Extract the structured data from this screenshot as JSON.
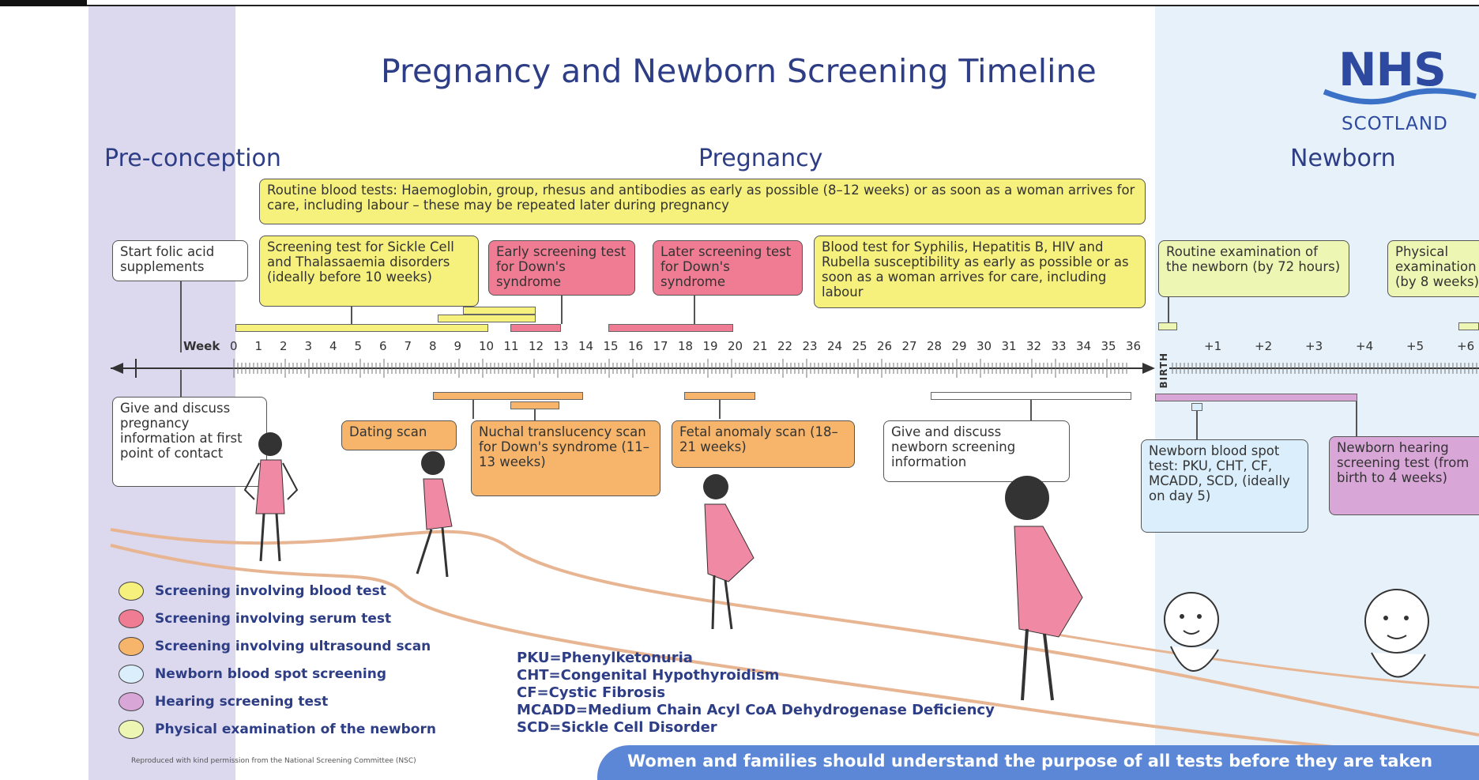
{
  "title": "Pregnancy and Newborn Screening Timeline",
  "logo": {
    "brand": "NHS",
    "region": "SCOTLAND"
  },
  "sections": {
    "preconception": "Pre-conception",
    "pregnancy": "Pregnancy",
    "newborn": "Newborn"
  },
  "top_boxes": {
    "routine_blood": "Routine blood tests: Haemoglobin, group, rhesus and antibodies as early as possible (8–12 weeks) or as soon as a woman arrives for care, including labour – these may be repeated later during pregnancy",
    "folic": "Start folic acid supplements",
    "sickle": "Screening test for Sickle Cell and Thalassaemia disorders (ideally before 10 weeks)",
    "early_downs": "Early screening test for Down's syndrome",
    "later_downs": "Later screening test for Down's syndrome",
    "syphilis": "Blood test for Syphilis, Hepatitis B, HIV and Rubella susceptibility as early as possible or as soon as a woman arrives for care, including labour",
    "routine_newborn": "Routine examination of the newborn (by 72 hours)",
    "physical": "Physical examination (by 8 weeks)"
  },
  "timeline": {
    "week_label": "Week",
    "weeks": [
      "0",
      "1",
      "2",
      "3",
      "4",
      "5",
      "6",
      "7",
      "8",
      "9",
      "10",
      "11",
      "12",
      "13",
      "14",
      "15",
      "16",
      "17",
      "18",
      "19",
      "20",
      "21",
      "22",
      "23",
      "24",
      "25",
      "26",
      "27",
      "28",
      "29",
      "30",
      "31",
      "32",
      "33",
      "34",
      "35",
      "36"
    ],
    "birth_label": "BIRTH",
    "post_weeks": [
      "+1",
      "+2",
      "+3",
      "+4",
      "+5",
      "+6"
    ]
  },
  "bottom_boxes": {
    "give_discuss": "Give and discuss pregnancy information at first point of contact",
    "dating": "Dating scan",
    "nuchal": "Nuchal translucency scan for Down's syndrome (11–13 weeks)",
    "fetal": "Fetal anomaly scan (18–21 weeks)",
    "newborn_info": "Give and discuss newborn screening information",
    "bloodspot": "Newborn blood spot test: PKU, CHT, CF, MCADD, SCD, (ideally on day 5)",
    "hearing": "Newborn hearing screening test (from birth to 4 weeks)"
  },
  "legend": [
    {
      "label": "Screening involving blood test",
      "color": "#f6f07c"
    },
    {
      "label": "Screening involving serum test",
      "color": "#f07c93"
    },
    {
      "label": "Screening involving ultrasound scan",
      "color": "#f6b56a"
    },
    {
      "label": "Newborn blood spot screening",
      "color": "#dbeefb"
    },
    {
      "label": "Hearing screening test",
      "color": "#d9a6d8"
    },
    {
      "label": "Physical examination of the newborn",
      "color": "#eef6b4"
    }
  ],
  "abbreviations": [
    "PKU=Phenylketonuria",
    "CHT=Congenital Hypothyroidism",
    "CF=Cystic Fibrosis",
    "MCADD=Medium Chain Acyl CoA Dehydrogenase Deficiency",
    "SCD=Sickle Cell Disorder"
  ],
  "footer": "Women and families should understand the purpose of all tests before they are taken",
  "credit": "Reproduced with kind permission from the National Screening Committee (NSC)"
}
